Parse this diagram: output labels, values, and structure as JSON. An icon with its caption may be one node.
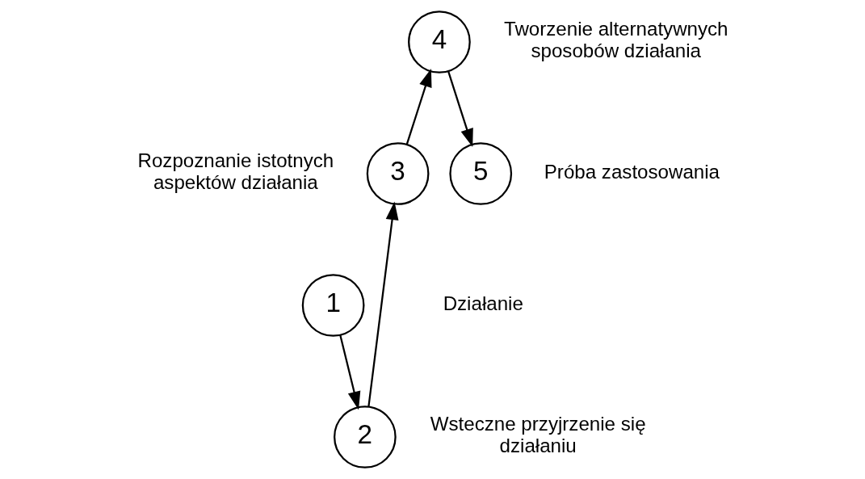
{
  "diagram": {
    "nodes": [
      {
        "text": [
          "4"
        ],
        "beside": [
          "Tworzenie alternatywnych sposobów działania"
        ]
      },
      {
        "text": [
          "5"
        ],
        "beside": [
          "Próba zastosowania"
        ]
      },
      {
        "text": [
          "3"
        ],
        "beside": [
          "Rozpoznanie istotnych aspektów działania"
        ]
      },
      {
        "text": [
          "1"
        ],
        "beside": [
          "Działanie"
        ]
      },
      {
        "text": [
          "2"
        ],
        "beside": [
          "Wsteczne przyjrzenie się działaniu"
        ]
      }
    ],
    "edges": [
      {
        "from": 3,
        "to": 4,
        "arrow": "to"
      },
      {
        "from": 4,
        "to": 2,
        "arrow": "to"
      },
      {
        "from": 2,
        "to": 0,
        "arrow": "to"
      },
      {
        "from": 0,
        "to": 1,
        "arrow": "to"
      }
    ]
  }
}
